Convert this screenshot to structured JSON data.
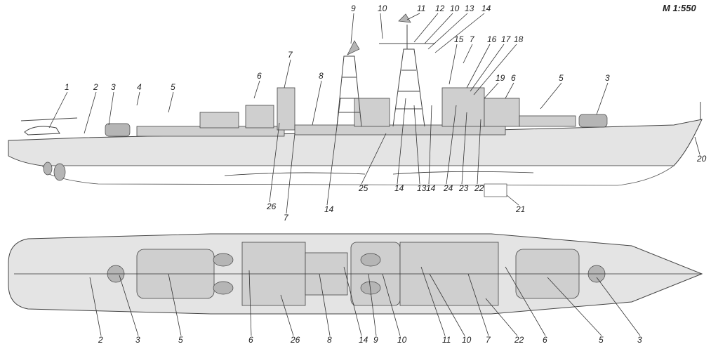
{
  "scale_label": "M 1:550",
  "side_view": {
    "callouts": [
      "1",
      "2",
      "3",
      "4",
      "5",
      "6",
      "7",
      "8",
      "9",
      "10",
      "11",
      "12",
      "10",
      "13",
      "14",
      "15",
      "7",
      "16",
      "17",
      "18",
      "19",
      "6",
      "5",
      "3",
      "20",
      "21",
      "22",
      "23",
      "24",
      "14",
      "13",
      "14",
      "25",
      "14",
      "26",
      "7"
    ]
  },
  "top_view": {
    "callouts": [
      "2",
      "3",
      "5",
      "6",
      "26",
      "8",
      "14",
      "9",
      "10",
      "11",
      "10",
      "7",
      "22",
      "6",
      "5",
      "3"
    ]
  },
  "colors": {
    "hull": "#e4e4e4",
    "superstructure": "#cfcfcf",
    "line": "#444444"
  }
}
